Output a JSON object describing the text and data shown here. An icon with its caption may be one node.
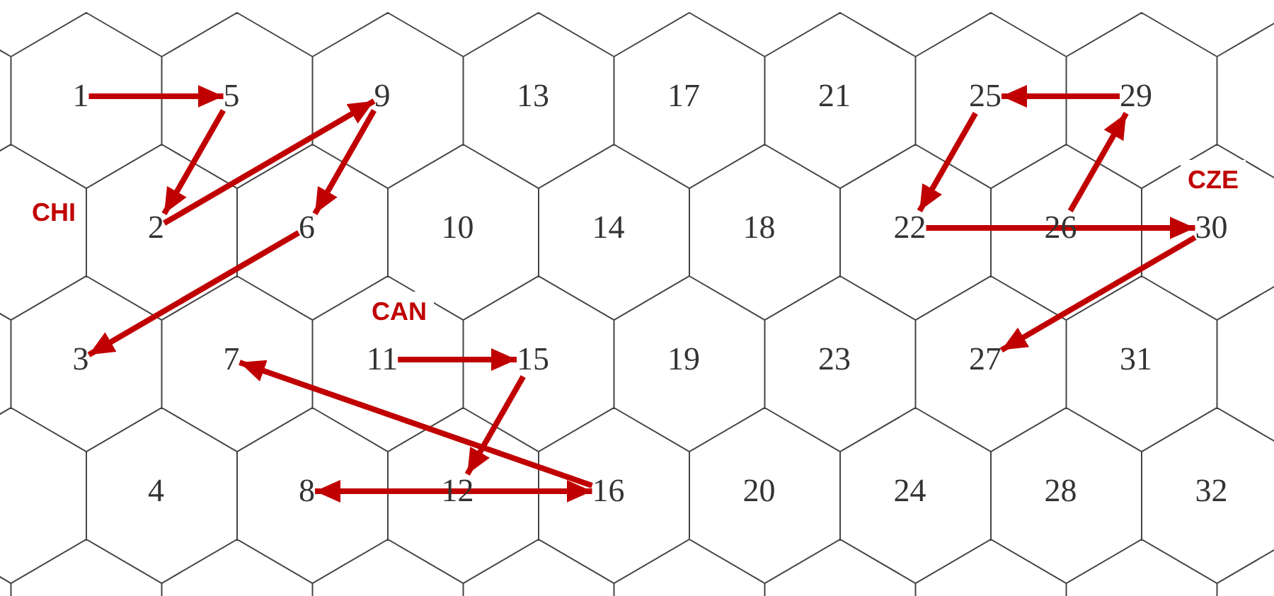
{
  "diagram": {
    "nodes": [
      {
        "text": [
          "1"
        ]
      },
      {
        "text": [
          "2"
        ]
      },
      {
        "text": [
          "3"
        ]
      },
      {
        "text": [
          "4"
        ]
      },
      {
        "text": [
          "5"
        ]
      },
      {
        "text": [
          "6"
        ]
      },
      {
        "text": [
          "7"
        ]
      },
      {
        "text": [
          "8"
        ]
      },
      {
        "text": [
          "9"
        ]
      },
      {
        "text": [
          "10"
        ]
      },
      {
        "text": [
          "11"
        ]
      },
      {
        "text": [
          "12"
        ]
      },
      {
        "text": [
          "13"
        ]
      },
      {
        "text": [
          "14"
        ]
      },
      {
        "text": [
          "15"
        ]
      },
      {
        "text": [
          "16"
        ]
      },
      {
        "text": [
          "17"
        ]
      },
      {
        "text": [
          "18"
        ]
      },
      {
        "text": [
          "19"
        ]
      },
      {
        "text": [
          "20"
        ]
      },
      {
        "text": [
          "21"
        ]
      },
      {
        "text": [
          "22"
        ]
      },
      {
        "text": [
          "23"
        ]
      },
      {
        "text": [
          "24"
        ]
      },
      {
        "text": [
          "25"
        ]
      },
      {
        "text": [
          "26"
        ]
      },
      {
        "text": [
          "27"
        ]
      },
      {
        "text": [
          "28"
        ]
      },
      {
        "text": [
          "29"
        ]
      },
      {
        "text": [
          "30"
        ]
      },
      {
        "text": [
          "31"
        ]
      },
      {
        "text": [
          "32"
        ]
      }
    ],
    "edges": [
      {
        "from": 0,
        "to": 4,
        "arrow": "to"
      },
      {
        "from": 4,
        "to": 1,
        "arrow": "to"
      },
      {
        "from": 1,
        "to": 8,
        "arrow": "to"
      },
      {
        "from": 8,
        "to": 5,
        "arrow": "to"
      },
      {
        "from": 5,
        "to": 2,
        "arrow": "to"
      },
      {
        "from": 10,
        "to": 14,
        "arrow": "to"
      },
      {
        "from": 14,
        "to": 11,
        "arrow": "to"
      },
      {
        "from": 11,
        "to": 7,
        "arrow": "to"
      },
      {
        "from": 7,
        "to": 15,
        "arrow": "to"
      },
      {
        "from": 15,
        "to": 6,
        "arrow": "to"
      },
      {
        "from": 25,
        "to": 28,
        "arrow": "to"
      },
      {
        "from": 28,
        "to": 24,
        "arrow": "to"
      },
      {
        "from": 24,
        "to": 21,
        "arrow": "to"
      },
      {
        "from": 21,
        "to": 29,
        "arrow": "to"
      },
      {
        "from": 29,
        "to": 26,
        "arrow": "to"
      }
    ],
    "labels": [
      "CHI",
      "CAN",
      "CZE"
    ]
  }
}
